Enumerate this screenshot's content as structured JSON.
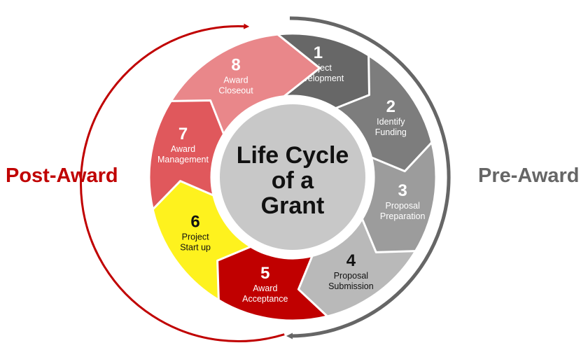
{
  "diagram": {
    "center": {
      "line1": "Life Cycle",
      "line2": "of a",
      "line3": "Grant"
    },
    "left_label": "Post-Award",
    "right_label": "Pre-Award",
    "colors": {
      "post_award": "#c00000",
      "pre_award": "#666666",
      "center_fill": "#c8c8c8",
      "center_ring": "#ffffff"
    },
    "steps": [
      {
        "number": "1",
        "line1": "Project",
        "line2": "Development",
        "color": "#676767",
        "text_color": "#ffffff"
      },
      {
        "number": "2",
        "line1": "Identify",
        "line2": "Funding",
        "color": "#7d7d7d",
        "text_color": "#ffffff"
      },
      {
        "number": "3",
        "line1": "Proposal",
        "line2": "Preparation",
        "color": "#9c9c9c",
        "text_color": "#ffffff"
      },
      {
        "number": "4",
        "line1": "Proposal",
        "line2": "Submission",
        "color": "#b9b9b9",
        "text_color": "#111111"
      },
      {
        "number": "5",
        "line1": "Award",
        "line2": "Acceptance",
        "color": "#c00000",
        "text_color": "#ffffff"
      },
      {
        "number": "6",
        "line1": "Project",
        "line2": "Start up",
        "color": "#fef21e",
        "text_color": "#111111"
      },
      {
        "number": "7",
        "line1": "Award",
        "line2": "Management",
        "color": "#e0585c",
        "text_color": "#ffffff"
      },
      {
        "number": "8",
        "line1": "Award",
        "line2": "Closeout",
        "color": "#e9878a",
        "text_color": "#ffffff"
      }
    ]
  }
}
